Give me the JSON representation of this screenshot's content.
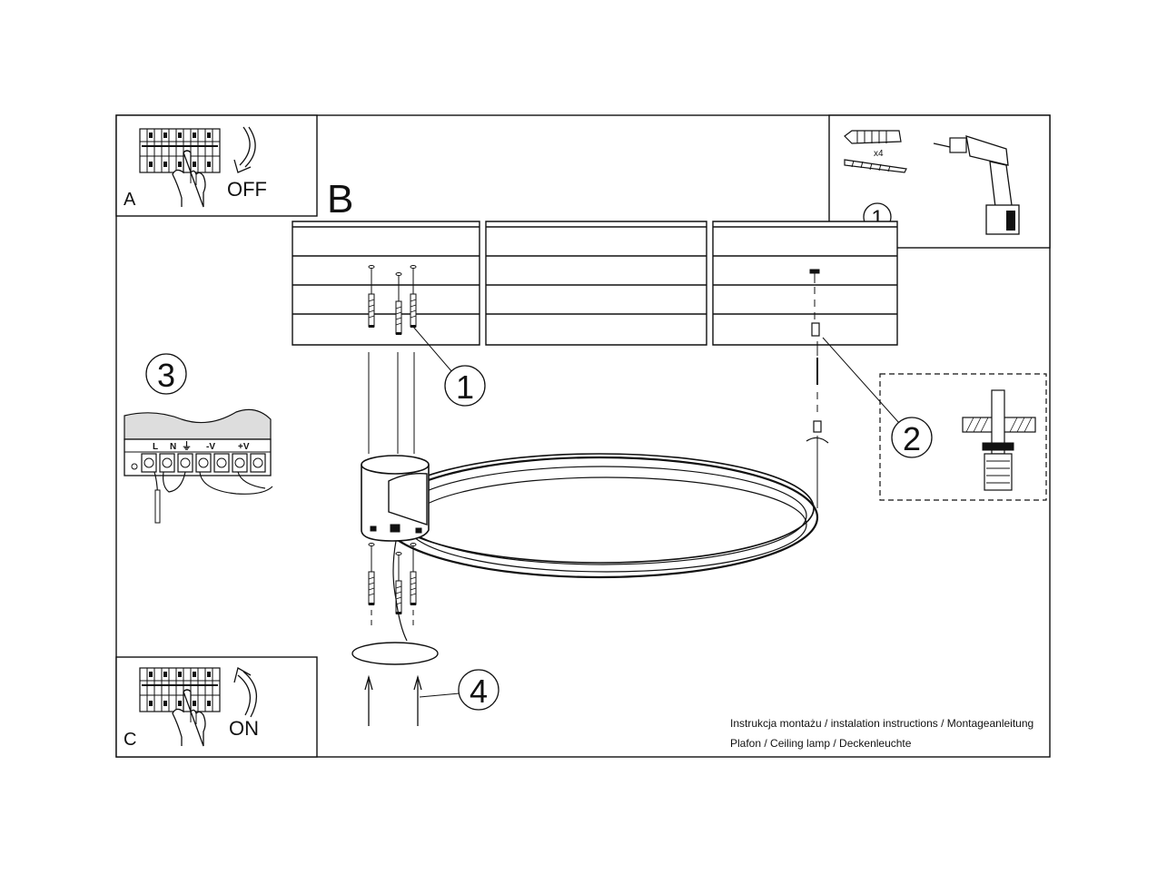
{
  "panels": {
    "a": {
      "letter": "A",
      "label": "OFF"
    },
    "b": {
      "letter": "B"
    },
    "c": {
      "letter": "C",
      "label": "ON"
    }
  },
  "kit": {
    "quantity": "x4",
    "step": "1"
  },
  "callouts": {
    "one": "1",
    "two": "2",
    "three": "3",
    "four": "4"
  },
  "terminal": {
    "l": "L",
    "n": "N",
    "ground": "⏚",
    "neg": "-V",
    "pos": "+V"
  },
  "footer": {
    "line1": "Instrukcja montażu / instalation instructions / Montageanleitung",
    "line2": "Plafon / Ceiling lamp / Deckenleuchte"
  }
}
